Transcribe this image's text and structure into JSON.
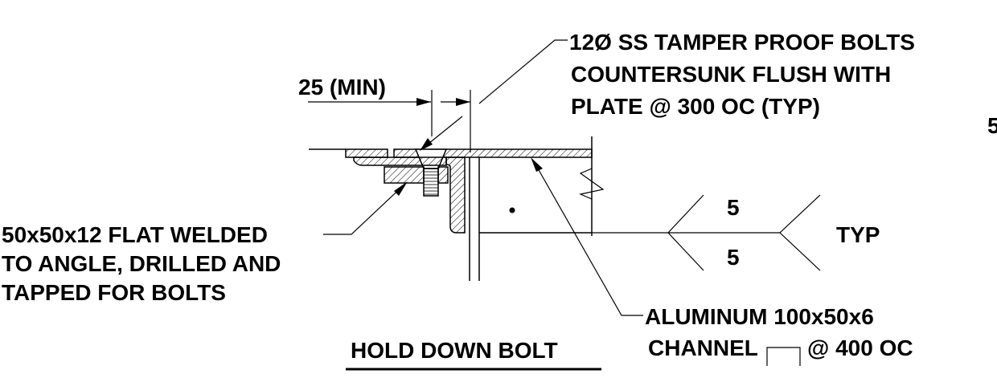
{
  "drawing": {
    "title": "HOLD DOWN BOLT",
    "dimension": "25 (MIN)",
    "bolt_note": {
      "line1": "12Ø SS TAMPER PROOF BOLTS",
      "line2": "COUNTERSUNK FLUSH WITH",
      "line3": "PLATE @ 300 OC (TYP)"
    },
    "flat_note": {
      "line1": "50x50x12 FLAT WELDED",
      "line2": "TO ANGLE, DRILLED AND",
      "line3": "TAPPED FOR BOLTS"
    },
    "channel_note": {
      "line1": "ALUMINUM 100x50x6",
      "line2_a": "CHANNEL",
      "line2_b": "@ 400 OC"
    },
    "weld_symbol": {
      "size_top": "5",
      "size_bottom": "5",
      "tail_text": "TYP"
    },
    "edge_fragment": "5"
  }
}
